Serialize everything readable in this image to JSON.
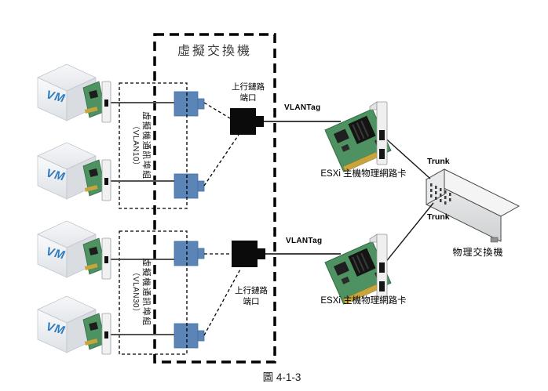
{
  "figure": {
    "caption": "圖 4-1-3",
    "vm_label": "VM",
    "virtual_switch": {
      "title": "虛擬交換機",
      "port_groups": [
        {
          "name": "虛擬機通訊埠組",
          "vlan": "（VLAN10）"
        },
        {
          "name": "虛擬機通訊埠組",
          "vlan": "（VLAN30）"
        }
      ],
      "uplink_port_label": {
        "line1": "上行鏈路",
        "line2": "端口"
      }
    },
    "vlan_tag_label": "VLANTag",
    "trunk_label": "Trunk",
    "nic_label": "ESXi 主機物理網路卡",
    "physical_switch_label": "物理交換機",
    "colors": {
      "port_blue": "#5b84b7",
      "uplink_black": "#0b0b0b",
      "nic_green": "#4d9260",
      "vm_text_blue": "#2f7bc0"
    }
  }
}
